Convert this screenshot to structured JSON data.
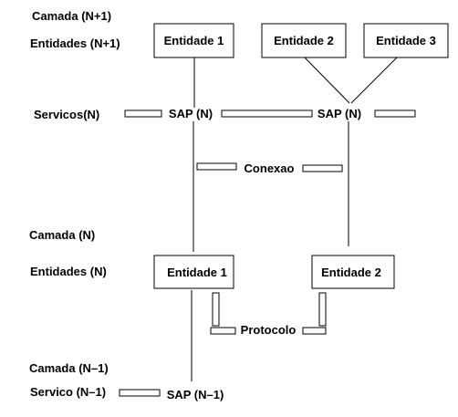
{
  "layers": {
    "upper": {
      "layer_label": "Camada (N+1)",
      "entities_label": "Entidades (N+1)",
      "services_label": "Servicos(N)",
      "entities": [
        "Entidade 1",
        "Entidade 2",
        "Entidade 3"
      ],
      "saps": [
        "SAP (N)",
        "SAP (N)"
      ]
    },
    "middle": {
      "layer_label": "Camada (N)",
      "entities_label": "Entidades (N)",
      "entities": [
        "Entidade 1",
        "Entidade 2"
      ]
    },
    "lower": {
      "layer_label": "Camada (N–1)",
      "service_label": "Servico (N–1)",
      "sap": "SAP (N–1)"
    }
  },
  "connections": {
    "connection_label": "Conexao",
    "protocol_label": "Protocolo"
  }
}
